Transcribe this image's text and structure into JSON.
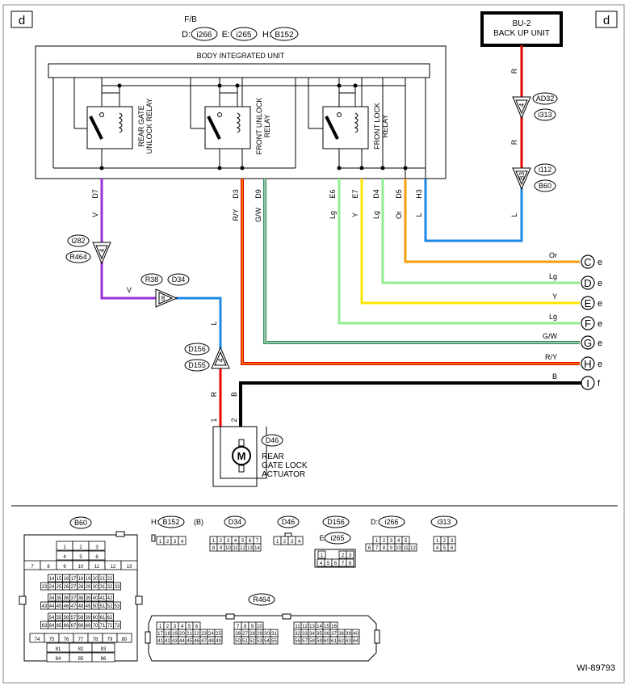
{
  "corner_tags": {
    "left": "d",
    "right": "d"
  },
  "fb": {
    "title": "F/B",
    "items": [
      {
        "prefix": "D:",
        "code": "i266"
      },
      {
        "prefix": "E:",
        "code": "i265"
      },
      {
        "prefix": "H:",
        "code": "B152"
      }
    ]
  },
  "body_unit": {
    "title": "BODY INTEGRATED UNIT",
    "relays": [
      {
        "line1": "REAR GATE",
        "line2": "UNLOCK RELAY"
      },
      {
        "line1": "FRONT UNLOCK",
        "line2": "RELAY"
      },
      {
        "line1": "FRONT LOCK",
        "line2": "RELAY"
      }
    ],
    "pins": [
      "D7",
      "D3",
      "D9",
      "E6",
      "E7",
      "D4",
      "D5",
      "H3"
    ],
    "pin_wires": [
      "V",
      "R/Y",
      "G/W",
      "Lg",
      "Y",
      "Lg",
      "Or",
      "L"
    ]
  },
  "backup_unit": {
    "line1": "BU-2",
    "line2": "BACK UP UNIT"
  },
  "backup_connectors": {
    "c1": {
      "pin": "4",
      "top": "AD32",
      "bottom": "i313"
    },
    "c2": {
      "pin": "B3",
      "top": "i112",
      "bottom": "B60"
    },
    "wires": [
      "R",
      "R",
      "L"
    ]
  },
  "left_connector": {
    "pin": "4",
    "top": "i282",
    "bottom": "R464"
  },
  "v_wire": "V",
  "mid_connector": {
    "pin": "8",
    "left": "R38",
    "right": "D34"
  },
  "l_wire": "L",
  "d156": {
    "pin": "4",
    "top": "D156",
    "bottom": "D155"
  },
  "actuator_wires": {
    "left": "R",
    "right": "B",
    "pin_left": "1",
    "pin_right": "2"
  },
  "actuator": {
    "code": "D46",
    "motor": "M",
    "line1": "REAR",
    "line2": "GATE LOCK",
    "line3": "ACTUATOR"
  },
  "terminals": [
    {
      "wire": "Or",
      "letter": "C",
      "suffix": "e"
    },
    {
      "wire": "Lg",
      "letter": "D",
      "suffix": "e"
    },
    {
      "wire": "Y",
      "letter": "E",
      "suffix": "e"
    },
    {
      "wire": "Lg",
      "letter": "F",
      "suffix": "e"
    },
    {
      "wire": "G/W",
      "letter": "G",
      "suffix": "e"
    },
    {
      "wire": "R/Y",
      "letter": "H",
      "suffix": "e"
    },
    {
      "wire": "B",
      "letter": "I",
      "suffix": "f"
    }
  ],
  "colors": {
    "V": "#9b30d9",
    "R": "#e60000",
    "L": "#1e88e5",
    "Or": "#f59e0b",
    "Lg": "#90ee90",
    "Y": "#ffe600",
    "G/W": "#2e8b57",
    "R/Y": "#e60000",
    "B": "#000000"
  },
  "connector_views": {
    "B60": {
      "label": "B60",
      "rows": [
        [
          "1",
          "2",
          "3"
        ],
        [
          "4",
          "5",
          "6"
        ],
        [
          "7",
          "8",
          "9",
          "10",
          "11",
          "12",
          "13"
        ],
        [
          "14",
          "15",
          "16",
          "17",
          "18",
          "19",
          "20",
          "21",
          "22"
        ],
        [
          "23",
          "24",
          "25",
          "26",
          "27",
          "28",
          "29",
          "30",
          "31",
          "32",
          "33"
        ],
        [
          "34",
          "35",
          "36",
          "37",
          "38",
          "39",
          "40",
          "41",
          "42"
        ],
        [
          "43",
          "44",
          "45",
          "46",
          "47",
          "48",
          "49",
          "50",
          "51",
          "52",
          "53"
        ],
        [
          "54",
          "55",
          "56",
          "57",
          "58",
          "59",
          "60",
          "61",
          "62"
        ],
        [
          "63",
          "64",
          "65",
          "66",
          "67",
          "68",
          "69",
          "70",
          "71",
          "72",
          "73"
        ],
        [
          "74",
          "75",
          "76",
          "77",
          "78",
          "79",
          "80"
        ],
        [
          "81",
          "82",
          "83"
        ],
        [
          "84",
          "85",
          "86"
        ]
      ]
    },
    "B152": {
      "prefix": "H:",
      "label": "B152",
      "suffix": "(B)",
      "pins": [
        "1",
        "2",
        "3",
        "4"
      ]
    },
    "D34": {
      "label": "D34",
      "rows": [
        [
          "1",
          "2",
          "3",
          "4",
          "5",
          "6",
          "7"
        ],
        [
          "8",
          "9",
          "10",
          "11",
          "12",
          "13",
          "14"
        ]
      ]
    },
    "D46": {
      "label": "D46",
      "pins": [
        "1",
        "2",
        "3",
        "4"
      ]
    },
    "D156": {
      "label": "D156",
      "e_prefix": "E:",
      "e_label": "i265",
      "rows": [
        [
          "1",
          "2",
          "3"
        ],
        [
          "4",
          "5",
          "6",
          "7",
          "8"
        ]
      ]
    },
    "i266": {
      "prefix": "D:",
      "label": "i266",
      "rows": [
        [
          "1",
          "2",
          "3",
          "4",
          "5"
        ],
        [
          "6",
          "7",
          "8",
          "9",
          "10",
          "11",
          "12"
        ]
      ]
    },
    "i313": {
      "label": "i313",
      "rows": [
        [
          "1",
          "2",
          "3"
        ],
        [
          "4",
          "5",
          "6"
        ]
      ]
    },
    "R464": {
      "label": "R464",
      "groups": [
        {
          "rows": [
            [
              "1",
              "2",
              "3",
              "4",
              "5",
              "6"
            ],
            [
              "17",
              "18",
              "19",
              "20",
              "21",
              "22",
              "23",
              "24",
              "25"
            ],
            [
              "41",
              "42",
              "43",
              "44",
              "45",
              "46",
              "47",
              "48",
              "49"
            ]
          ]
        },
        {
          "rows": [
            [
              "7",
              "8",
              "9",
              "10"
            ],
            [
              "26",
              "27",
              "28",
              "29",
              "30",
              "31"
            ],
            [
              "50",
              "51",
              "52",
              "53",
              "54",
              "55"
            ]
          ]
        },
        {
          "rows": [
            [
              "11",
              "12",
              "13",
              "14",
              "15",
              "16"
            ],
            [
              "32",
              "33",
              "34",
              "35",
              "36",
              "37",
              "38",
              "39",
              "40"
            ],
            [
              "56",
              "57",
              "58",
              "59",
              "60",
              "61",
              "62",
              "63",
              "64"
            ]
          ]
        }
      ]
    }
  },
  "figure_id": "WI-89793"
}
